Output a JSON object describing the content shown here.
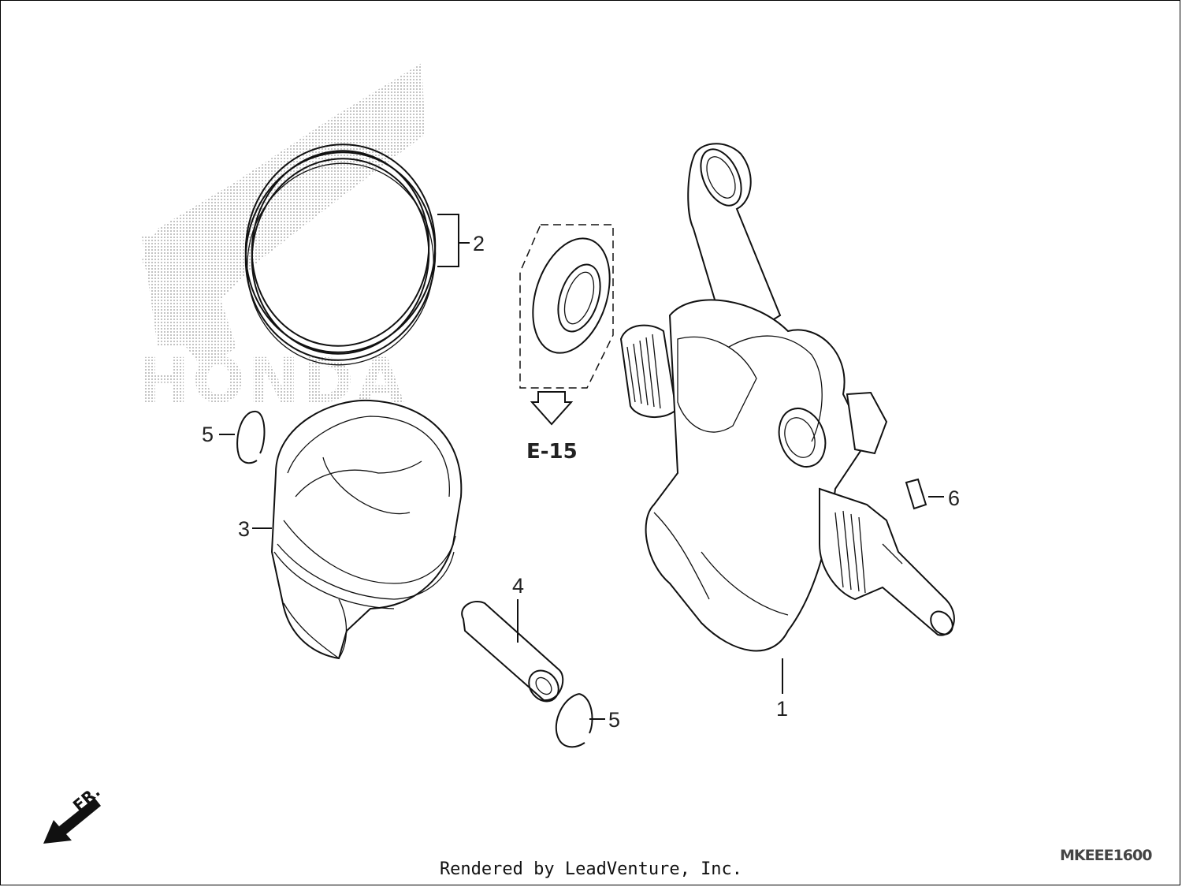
{
  "diagram": {
    "callouts": [
      {
        "id": "1"
      },
      {
        "id": "2"
      },
      {
        "id": "3"
      },
      {
        "id": "4"
      },
      {
        "id": "5a",
        "label": "5"
      },
      {
        "id": "5b",
        "label": "5"
      },
      {
        "id": "6"
      }
    ],
    "reference": "E-15",
    "direction_label": "FR.",
    "watermark": "HONDA",
    "diagram_code": "MKEEE1600",
    "footer": "Rendered by LeadVenture, Inc."
  },
  "labels": {
    "c1": "1",
    "c2": "2",
    "c3": "3",
    "c4": "4",
    "c5a": "5",
    "c5b": "5",
    "c6": "6"
  },
  "colors": {
    "line": "#111111",
    "watermark": "#c8c8c8",
    "background": "#ffffff"
  }
}
